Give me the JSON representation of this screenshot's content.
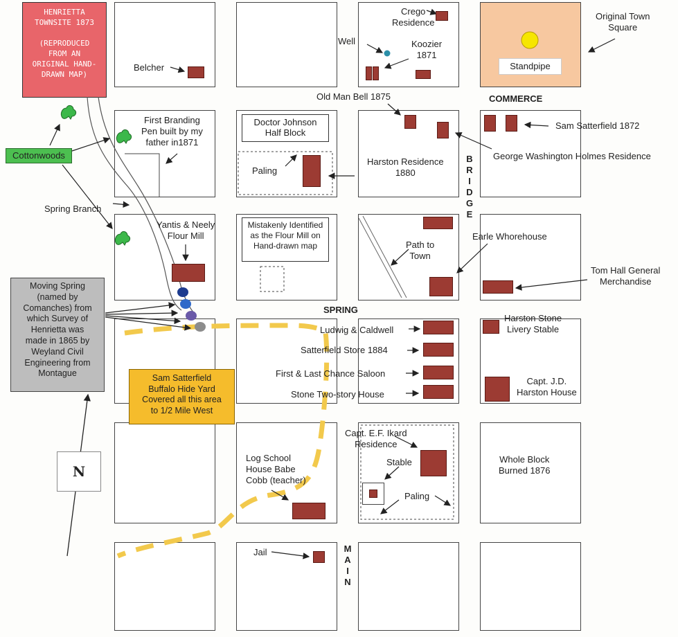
{
  "title_box": {
    "lines": [
      "HENRIETTA",
      "TOWNSITE 1873",
      "",
      "(REPRODUCED",
      "FROM AN",
      "ORIGINAL HAND-",
      "DRAWN MAP)"
    ],
    "color": "#e8656a"
  },
  "streets": {
    "commerce": "COMMERCE",
    "spring": "SPRING",
    "bridge": [
      "B",
      "R",
      "I",
      "D",
      "G",
      "E"
    ],
    "main": [
      "M",
      "A",
      "I",
      "N"
    ]
  },
  "labels": {
    "original_town_square": "Original Town\nSquare",
    "standpipe": "Standpipe",
    "crego": "Crego\nResidence",
    "well": "Well",
    "koozier": "Koozier\n1871",
    "belcher": "Belcher",
    "old_man_bell": "Old Man Bell 1875",
    "sam_satterfield_1872": "Sam Satterfield 1872",
    "george_holmes": "George Washington Holmes Residence",
    "first_branding": "First Branding\nPen built by my\nfather in1871",
    "cottonwoods": "Cottonwoods",
    "doctor_johnson": "Doctor Johnson\nHalf Block",
    "paling_1": "Paling",
    "harston_residence": "Harston Residence\n1880",
    "spring_branch": "Spring Branch",
    "yantis_neely": "Yantis & Neely\nFlour Mill",
    "mistaken": "Mistakenly Identified\nas the Flour Mill on\nHand-drawn map",
    "path_to_town": "Path to\nTown",
    "earle": "Earle Whorehouse",
    "tom_hall": "Tom Hall General\nMerchandise",
    "moving_spring": "Moving Spring\n(named by\nComanches) from\nwhich Survey of\nHenrietta was\nmade in 1865 by\nWeyland Civil\nEngineering from\nMontague",
    "ludwig": "Ludwig & Caldwell",
    "satterfield_store": "Satterfield Store 1884",
    "first_last_chance": "First & Last Chance Saloon",
    "stone_two_story": "Stone Two-story House",
    "harston_stone": "Harston Stone\nLivery Stable",
    "capt_jd": "Capt. J.D.\nHarston House",
    "buffalo_hide": "Sam Satterfield\nBuffalo Hide Yard\nCovered all this area\nto 1/2 Mile West",
    "capt_ef": "Capt. E.F. Ikard\nResidence",
    "stable": "Stable",
    "paling_2": "Paling",
    "log_school": "Log School\nHouse Babe\nCobb (teacher)",
    "whole_block": "Whole Block\nBurned 1876",
    "jail": "Jail",
    "north": "N"
  },
  "colors": {
    "building": "#9c3b33",
    "square": "#f7c8a0",
    "standpipe": "#f6e600",
    "cottonwood": "#3cb84a",
    "cottonwoods_box": "#4cbf50",
    "moving_spring_box": "#bdbdbd",
    "buffalo_box": "#f5bc2c",
    "buffalo_line": "#f2c94c"
  }
}
